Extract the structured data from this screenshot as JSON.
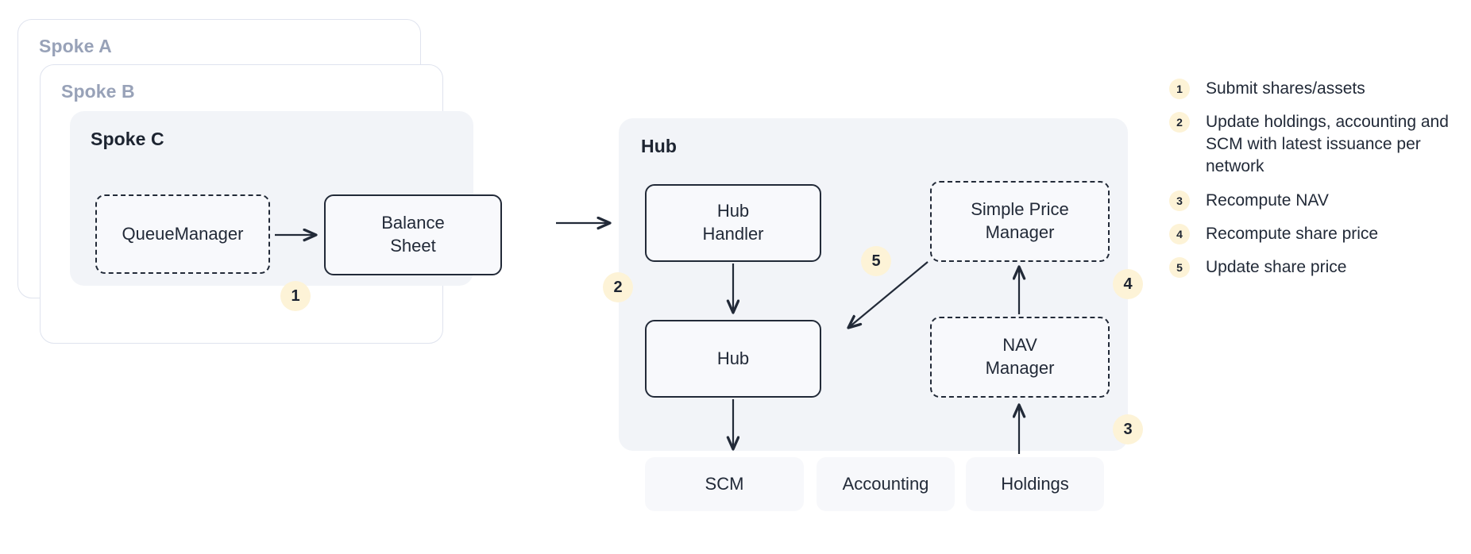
{
  "spokes": [
    {
      "title": "Spoke A"
    },
    {
      "title": "Spoke B"
    },
    {
      "title": "Spoke C"
    }
  ],
  "spoke_c_nodes": {
    "queue_manager": "QueueManager",
    "balance_sheet": "Balance\nSheet"
  },
  "hub": {
    "title": "Hub",
    "nodes": {
      "hub_handler": "Hub\nHandler",
      "hub": "Hub",
      "simple_price_manager": "Simple Price\nManager",
      "nav_manager": "NAV\nManager",
      "scm": "SCM",
      "accounting": "Accounting",
      "holdings": "Holdings"
    }
  },
  "badges": {
    "b1": "1",
    "b2": "2",
    "b3": "3",
    "b4": "4",
    "b5": "5"
  },
  "legend": [
    {
      "num": "1",
      "text": "Submit shares/assets"
    },
    {
      "num": "2",
      "text": "Update holdings, accounting and SCM with latest issuance per network"
    },
    {
      "num": "3",
      "text": "Recompute NAV"
    },
    {
      "num": "4",
      "text": "Recompute share price"
    },
    {
      "num": "5",
      "text": "Update share price"
    }
  ],
  "colors": {
    "badge_bg": "#fdf3d7",
    "group_bg": "#f2f4f8",
    "node_stroke": "#222a38",
    "ghost_border": "#dfe3ee",
    "ghost_title": "#98a2b8",
    "text": "#222a38"
  }
}
